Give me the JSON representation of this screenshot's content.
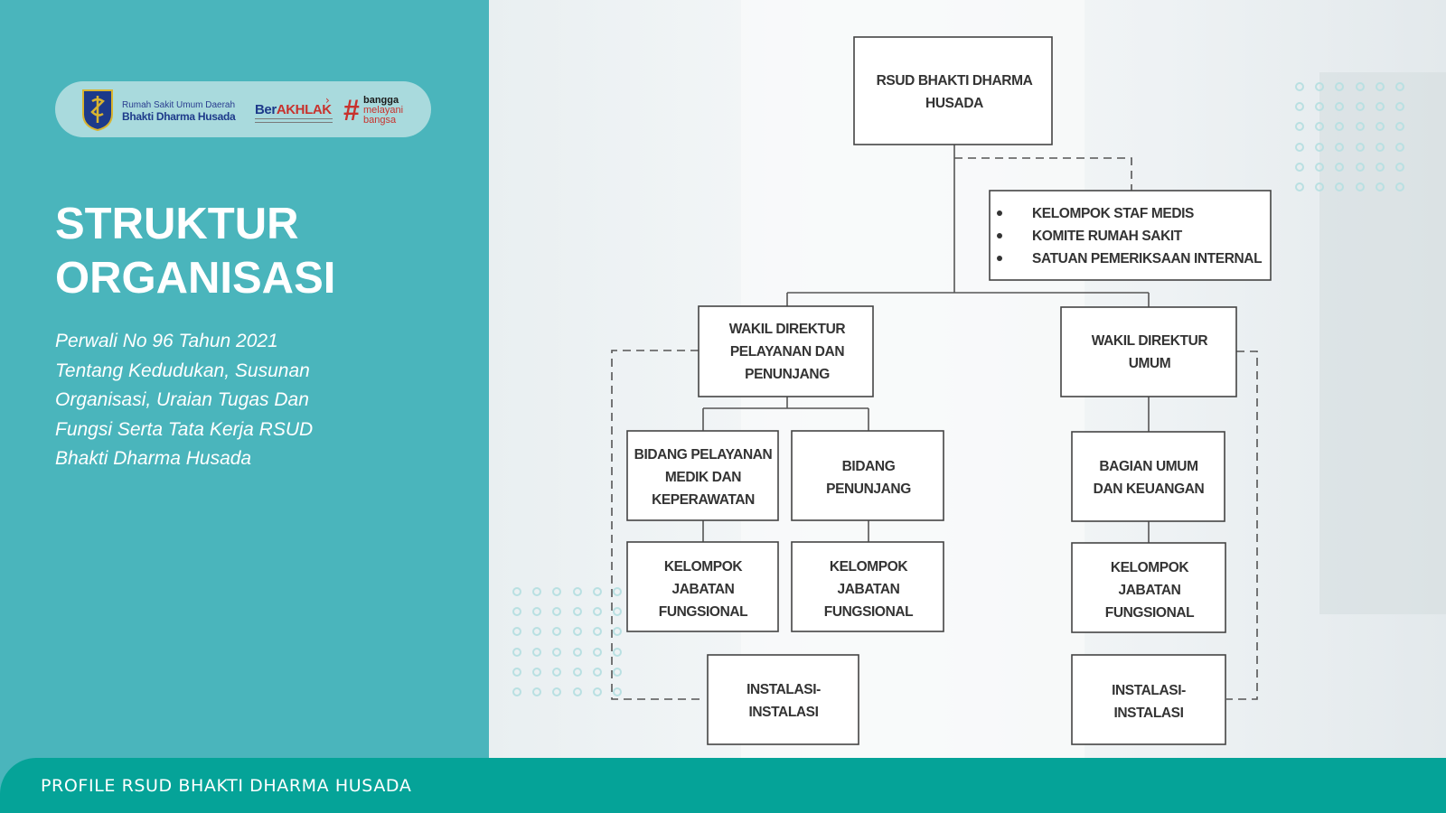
{
  "header": {
    "org_line1": "Rumah Sakit Umum Daerah",
    "org_line2": "Bhakti Dharma Husada",
    "berakhlak_prefix": "Ber",
    "berakhlak_main": "AKHLAK",
    "bangga_line1": "bangga",
    "bangga_line2": "melayani",
    "bangga_line3": "bangsa",
    "hashtag": "#"
  },
  "title": {
    "line1": "STRUKTUR",
    "line2": "ORGANISASI"
  },
  "subtitle": {
    "line1": "Perwali No 96 Tahun 2021",
    "line2": "Tentang Kedudukan, Susunan",
    "line3": "Organisasi, Uraian Tugas Dan",
    "line4": "Fungsi Serta Tata Kerja RSUD",
    "line5": "Bhakti Dharma Husada"
  },
  "footer": {
    "text": "PROFILE RSUD BHAKTI DHARMA HUSADA"
  },
  "org_chart": {
    "root": [
      "RSUD BHAKTI DHARMA",
      "HUSADA"
    ],
    "staff_list": [
      "KELOMPOK STAF MEDIS",
      "KOMITE RUMAH SAKIT",
      "SATUAN PEMERIKSAAN INTERNAL"
    ],
    "wadir_pelayanan": [
      "WAKIL DIREKTUR",
      "PELAYANAN DAN",
      "PENUNJANG"
    ],
    "wadir_umum": [
      "WAKIL DIREKTUR",
      "UMUM"
    ],
    "bidang_pelayanan": [
      "BIDANG PELAYANAN",
      "MEDIK DAN",
      "KEPERAWATAN"
    ],
    "bidang_penunjang": [
      "BIDANG",
      "PENUNJANG"
    ],
    "bagian_umum": [
      "BAGIAN UMUM",
      "DAN KEUANGAN"
    ],
    "kjf_left": [
      "KELOMPOK",
      "JABATAN",
      "FUNGSIONAL"
    ],
    "kjf_mid": [
      "KELOMPOK",
      "JABATAN",
      "FUNGSIONAL"
    ],
    "kjf_right": [
      "KELOMPOK",
      "JABATAN",
      "FUNGSIONAL"
    ],
    "instalasi_left": [
      "INSTALASI-",
      "INSTALASI"
    ],
    "instalasi_right": [
      "INSTALASI-",
      "INSTALASI"
    ]
  },
  "colors": {
    "panel": "#4ab5bc",
    "footer": "#05a398",
    "accent_red": "#c8322d",
    "brand_blue": "#1d3a8a"
  }
}
